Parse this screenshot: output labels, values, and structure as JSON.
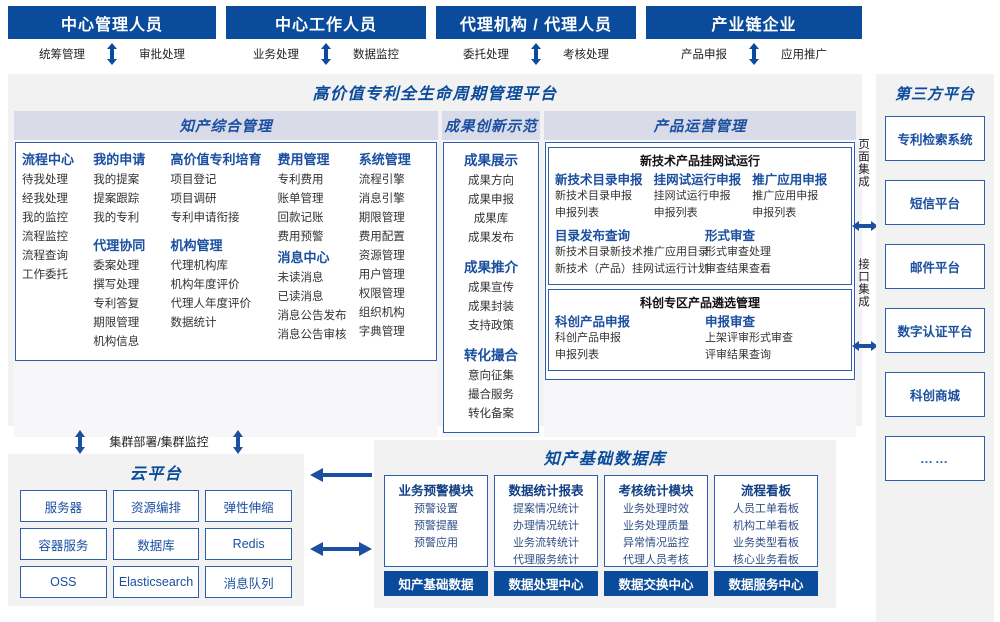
{
  "roles": [
    {
      "title": "中心管理人员",
      "subs": [
        "统筹管理",
        "审批处理"
      ],
      "arrow": "vertical-bidirectional-arrow"
    },
    {
      "title": "中心工作人员",
      "subs": [
        "业务处理",
        "数据监控"
      ],
      "arrow": "vertical-bidirectional-arrow"
    },
    {
      "title": "代理机构 / 代理人员",
      "subs": [
        "委托处理",
        "考核处理"
      ],
      "arrow": "vertical-bidirectional-arrow"
    },
    {
      "title": "产业链企业",
      "subs": [
        "产品申报",
        "应用推广"
      ],
      "arrow": "vertical-bidirectional-arrow"
    }
  ],
  "platform": {
    "title": "高价值专利全生命周期管理平台",
    "sections": {
      "ip_management": {
        "header": "知产综合管理",
        "columns": [
          {
            "groups": [
              {
                "name": "流程中心",
                "items": [
                  "待我处理",
                  "经我处理",
                  "我的监控",
                  "流程监控",
                  "流程查询",
                  "工作委托"
                ]
              }
            ]
          },
          {
            "groups": [
              {
                "name": "我的申请",
                "items": [
                  "我的提案",
                  "提案跟踪",
                  "我的专利"
                ]
              },
              {
                "name": "代理协同",
                "items": [
                  "委案处理",
                  "撰写处理",
                  "专利答复",
                  "期限管理",
                  "机构信息"
                ]
              }
            ]
          },
          {
            "groups": [
              {
                "name": "高价值专利培育",
                "items": [
                  "项目登记",
                  "项目调研",
                  "专利申请衔接"
                ]
              },
              {
                "name": "机构管理",
                "items": [
                  "代理机构库",
                  "机构年度评价",
                  "代理人年度评价",
                  "数据统计"
                ]
              }
            ]
          },
          {
            "groups": [
              {
                "name": "费用管理",
                "items": [
                  "专利费用",
                  "账单管理",
                  "回款记账",
                  "费用预警"
                ]
              },
              {
                "name": "消息中心",
                "items": [
                  "未读消息",
                  "已读消息",
                  "消息公告发布",
                  "消息公告审核"
                ]
              }
            ]
          },
          {
            "groups": [
              {
                "name": "系统管理",
                "items": [
                  "流程引擎",
                  "消息引擎",
                  "期限管理",
                  "费用配置",
                  "资源管理",
                  "用户管理",
                  "权限管理",
                  "组织机构",
                  "字典管理"
                ]
              }
            ]
          }
        ]
      },
      "innovation_demo": {
        "header": "成果创新示范",
        "groups": [
          {
            "name": "成果展示",
            "items": [
              "成果方向",
              "成果申报",
              "成果库",
              "成果发布"
            ]
          },
          {
            "name": "成果推介",
            "items": [
              "成果宣传",
              "成果封装",
              "支持政策"
            ]
          },
          {
            "name": "转化撮合",
            "items": [
              "意向征集",
              "撮合服务",
              "转化备案"
            ]
          }
        ]
      },
      "product_ops": {
        "header": "产品运营管理",
        "boxes": [
          {
            "title": "新技术产品挂网试运行",
            "columns": [
              {
                "group": "新技术目录申报",
                "items": [
                  "新技术目录申报",
                  "申报列表"
                ]
              },
              {
                "group": "挂网试运行申报",
                "items": [
                  "挂网试运行申报",
                  "申报列表"
                ]
              },
              {
                "group": "推广应用申报",
                "items": [
                  "推广应用申报",
                  "申报列表"
                ]
              }
            ],
            "second_row": [
              {
                "group": "目录发布查询",
                "items": [
                  "新技术目录",
                  "新技术推广应用目录",
                  "新技术（产品）挂网试运行计划"
                ]
              },
              {
                "group": "形式审查",
                "items": [
                  "形式审查处理",
                  "审查结果查看"
                ]
              }
            ]
          },
          {
            "title": "科创专区产品遴选管理",
            "columns": [
              {
                "group": "科创产品申报",
                "items": [
                  "科创产品申报",
                  "申报列表"
                ]
              },
              {
                "group": "申报审查",
                "items": [
                  "上架评审形式审查",
                  "评审结果查询"
                ]
              }
            ]
          }
        ]
      }
    }
  },
  "integration": {
    "page_label": "页面集成",
    "api_label": "接口集成",
    "arrow": "horizontal-bidirectional-arrow"
  },
  "third_party": {
    "title": "第三方平台",
    "items": [
      "专利检索系统",
      "短信平台",
      "邮件平台",
      "数字认证平台",
      "科创商城",
      "……"
    ]
  },
  "cluster": {
    "label": "集群部署/集群监控",
    "arrow": "vertical-bidirectional-arrow"
  },
  "cloud": {
    "title": "云平台",
    "cells": [
      "服务器",
      "资源编排",
      "弹性伸缩",
      "容器服务",
      "数据库",
      "Redis",
      "OSS",
      "Elasticsearch",
      "消息队列"
    ]
  },
  "database": {
    "title": "知产基础数据库",
    "columns": [
      {
        "head": "业务预警模块",
        "items": [
          "预警设置",
          "预警提醒",
          "预警应用"
        ],
        "foot": "知产基础数据"
      },
      {
        "head": "数据统计报表",
        "items": [
          "提案情况统计",
          "办理情况统计",
          "业务流转统计",
          "代理服务统计"
        ],
        "foot": "数据处理中心"
      },
      {
        "head": "考核统计模块",
        "items": [
          "业务处理时效",
          "业务处理质量",
          "异常情况监控",
          "代理人员考核"
        ],
        "foot": "数据交换中心"
      },
      {
        "head": "流程看板",
        "items": [
          "人员工单看板",
          "机构工单看板",
          "业务类型看板",
          "核心业务看板"
        ],
        "foot": "数据服务中心"
      }
    ]
  },
  "connectors": {
    "db_to_cloud": "left-arrow",
    "db_cloud_bidirectional": "horizontal-bidirectional-arrow"
  },
  "colors": {
    "brand_blue": "#0a4b9b",
    "border_blue": "#2c5fa8",
    "header_band": "#d9dbe8",
    "panel_gray": "#f2f2f2",
    "text_dark": "#333333"
  }
}
